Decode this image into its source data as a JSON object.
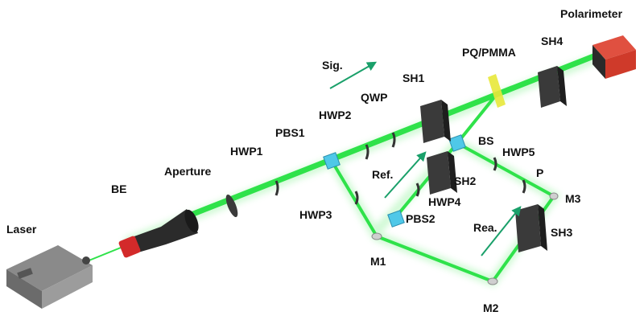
{
  "labels": {
    "laser": "Laser",
    "be": "BE",
    "aperture": "Aperture",
    "hwp1": "HWP1",
    "pbs1": "PBS1",
    "hwp2": "HWP2",
    "qwp": "QWP",
    "sh1": "SH1",
    "sig": "Sig.",
    "pq_pmma": "PQ/PMMA",
    "sh4": "SH4",
    "polarimeter": "Polarimeter",
    "bs": "BS",
    "hwp5": "HWP5",
    "p": "P",
    "m3": "M3",
    "ref": "Ref.",
    "sh2": "SH2",
    "hwp4": "HWP4",
    "pbs2": "PBS2",
    "hwp3": "HWP3",
    "m1": "M1",
    "rea": "Rea.",
    "sh3": "SH3",
    "m2": "M2"
  },
  "colors": {
    "beam": "#2fe24a",
    "arrow": "#1aa06a",
    "splitter": "#4fc8e8",
    "sample": "#e8e83a",
    "polarimeter": "#d83a2a"
  }
}
